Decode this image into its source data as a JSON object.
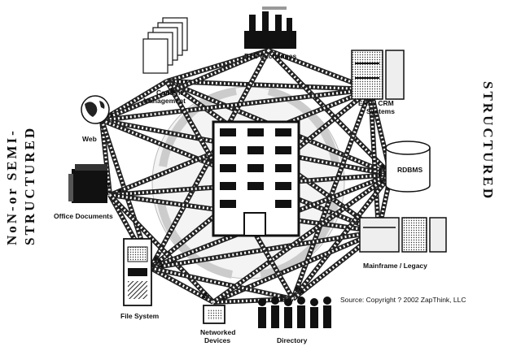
{
  "side_labels": {
    "left_line1": "NoN-or SEMI-",
    "left_line2": "STRUCTURED",
    "right": "STRUCTURED"
  },
  "nodes": {
    "b2b": "B2B Exchanges",
    "content_line1": "Content",
    "content_line2": "Management",
    "erp_line1": "ERP / CRM",
    "erp_line2": "Systems",
    "web": "Web",
    "rdbms": "RDBMS",
    "office": "Office Documents",
    "mainframe": "Mainframe / Legacy",
    "filesystem": "File System",
    "networked_line1": "Networked",
    "networked_line2": "Devices",
    "directory": "Directory"
  },
  "source": "Source: Copyright ? 2002 ZapThink, LLC",
  "colors": {
    "ink": "#111111",
    "hatch": "#555555",
    "background": "#ffffff"
  },
  "icons": {
    "b2b": "factory-icon",
    "content": "document-stack-icon",
    "erp": "server-rack-icon",
    "web": "globe-icon",
    "rdbms": "database-cylinder-icon",
    "office": "book-stack-icon",
    "mainframe": "mainframe-icon",
    "filesystem": "tower-computer-icon",
    "networked": "handheld-device-icon",
    "directory": "people-icon",
    "center": "office-building-icon"
  }
}
